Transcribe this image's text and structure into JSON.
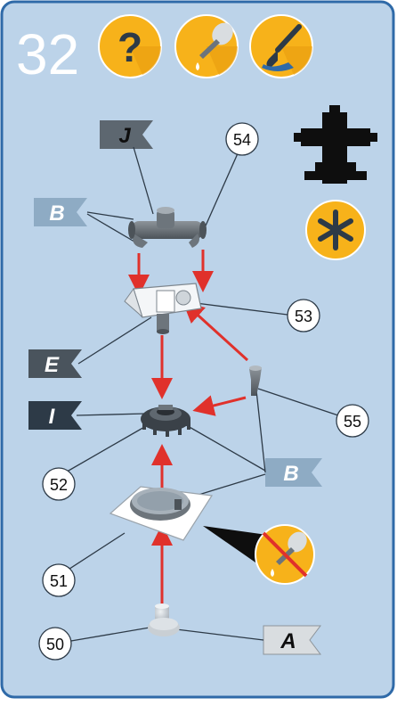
{
  "step": {
    "number": "32"
  },
  "header_icons": [
    {
      "icon": "question-icon"
    },
    {
      "icon": "glue-dropper-icon"
    },
    {
      "icon": "paint-brush-icon"
    }
  ],
  "side_icons": [
    {
      "icon": "aircraft-silhouette-icon"
    },
    {
      "icon": "asterisk-icon"
    },
    {
      "icon": "no-glue-icon"
    }
  ],
  "flags": {
    "J": "J",
    "B_top": "B",
    "E": "E",
    "I": "I",
    "B_bottom": "B",
    "A": "A"
  },
  "parts": {
    "p50": "50",
    "p51": "51",
    "p52": "52",
    "p53": "53",
    "p54": "54",
    "p55": "55"
  },
  "colors": {
    "panel_bg": "#bcd3e9",
    "border": "#2f6aa8",
    "badge_yellow": "#f7b21a",
    "arrow_red": "#e0312b",
    "flag_dark": "#2d3a47",
    "flag_mid": "#5d6770",
    "flag_light": "#8eabc4",
    "flag_pale": "#d9dde0"
  }
}
